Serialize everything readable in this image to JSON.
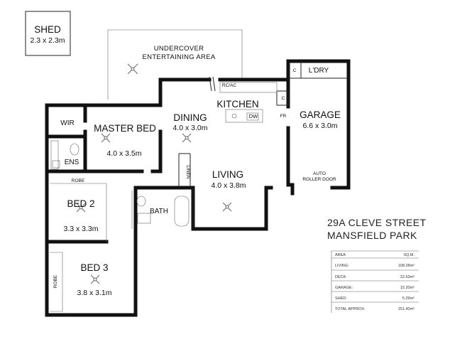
{
  "rooms": {
    "shed": {
      "name": "SHED",
      "dims": "2.3 x 2.3m"
    },
    "entertaining": {
      "line1": "UNDERCOVER",
      "line2": "ENTERTAINING AREA"
    },
    "dining": {
      "name": "DINING",
      "dims": "4.0 x 3.0m"
    },
    "kitchen": {
      "name": "KITCHEN"
    },
    "garage": {
      "name": "GARAGE",
      "dims": "6.6 x 3.0m"
    },
    "master_bed": {
      "name": "MASTER BED",
      "dims": "4.0 x 3.5m"
    },
    "living": {
      "name": "LIVING",
      "dims": "4.0 x 3.8m"
    },
    "bed2": {
      "name": "BED 2",
      "dims": "3.3 x 3.3m"
    },
    "bed3": {
      "name": "BED 3",
      "dims": "3.8 x 3.1m"
    },
    "wir": "WIR",
    "ens": "ENS",
    "bath": "BATH",
    "laundry": "L'DRY"
  },
  "labels": {
    "rcac": "RC/AC",
    "dw": "DW",
    "fr": "FR",
    "c1": "C",
    "c2": "C",
    "linen": "LINEN",
    "robe1": "ROBE",
    "robe2": "ROBE",
    "auto_door_line1": "AUTO",
    "auto_door_line2": "ROLLER DOOR"
  },
  "address": {
    "line1": "29A CLEVE STREET",
    "line2": "MANSFIELD PARK"
  },
  "area_table": {
    "header": {
      "area": "AREA",
      "sqm": "SQ.M."
    },
    "rows": [
      {
        "label": "LIVING:",
        "value": "108.28m²"
      },
      {
        "label": "DECK:",
        "value": "22.63m²"
      },
      {
        "label": "GARAGE:",
        "value": "15.20m²"
      },
      {
        "label": "SHED:",
        "value": "5.29m²"
      }
    ],
    "total": {
      "label": "TOTAL APPROX:",
      "value": "151.40m²"
    }
  }
}
